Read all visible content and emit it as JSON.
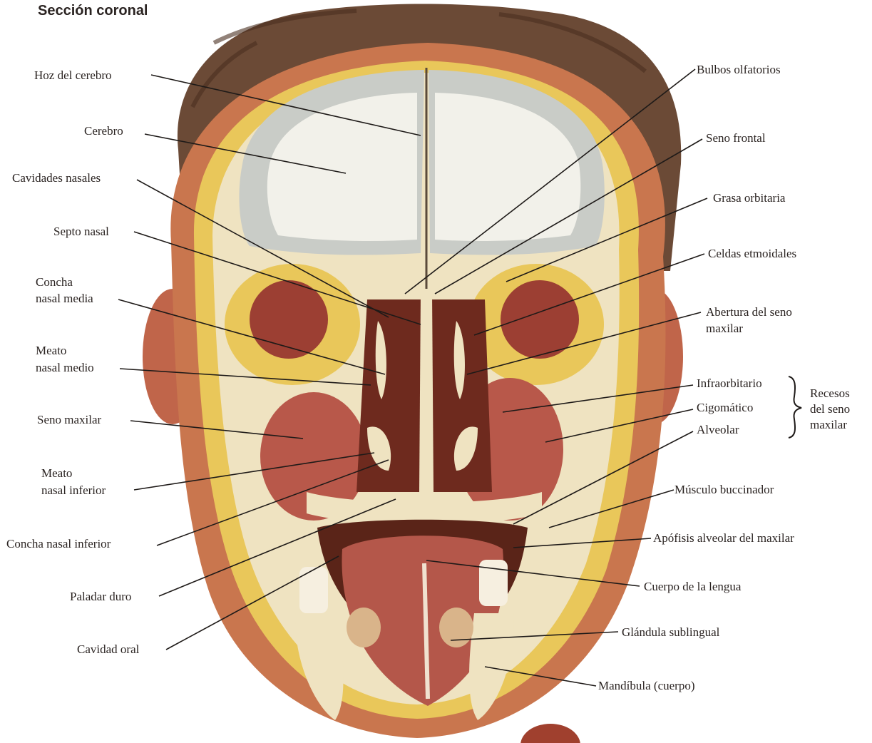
{
  "title": "Sección coronal",
  "labels_left": [
    {
      "id": "hoz-del-cerebro",
      "lines": [
        "Hoz del cerebro"
      ]
    },
    {
      "id": "cerebro",
      "lines": [
        "Cerebro"
      ]
    },
    {
      "id": "cavidades-nasales",
      "lines": [
        "Cavidades nasales"
      ]
    },
    {
      "id": "septo-nasal",
      "lines": [
        "Septo nasal"
      ]
    },
    {
      "id": "concha-nasal-media",
      "lines": [
        "Concha",
        "nasal media"
      ]
    },
    {
      "id": "meato-nasal-medio",
      "lines": [
        "Meato",
        "nasal medio"
      ]
    },
    {
      "id": "seno-maxilar",
      "lines": [
        "Seno maxilar"
      ]
    },
    {
      "id": "meato-nasal-inferior",
      "lines": [
        "Meato",
        "nasal inferior"
      ]
    },
    {
      "id": "concha-nasal-inferior",
      "lines": [
        "Concha nasal inferior"
      ]
    },
    {
      "id": "paladar-duro",
      "lines": [
        "Paladar duro"
      ]
    },
    {
      "id": "cavidad-oral",
      "lines": [
        "Cavidad oral"
      ]
    }
  ],
  "labels_right": [
    {
      "id": "bulbos-olfatorios",
      "lines": [
        "Bulbos olfatorios"
      ]
    },
    {
      "id": "seno-frontal",
      "lines": [
        "Seno frontal"
      ]
    },
    {
      "id": "grasa-orbitaria",
      "lines": [
        "Grasa orbitaria"
      ]
    },
    {
      "id": "celdas-etmoidales",
      "lines": [
        "Celdas etmoidales"
      ]
    },
    {
      "id": "abertura-del-seno-maxilar",
      "lines": [
        "Abertura del seno",
        "maxilar"
      ]
    },
    {
      "id": "infraorbitario",
      "lines": [
        "Infraorbitario"
      ]
    },
    {
      "id": "cigomatico",
      "lines": [
        "Cigomático"
      ]
    },
    {
      "id": "alveolar",
      "lines": [
        "Alveolar"
      ]
    },
    {
      "id": "musculo-buccinador",
      "lines": [
        "Músculo buccinador"
      ]
    },
    {
      "id": "apofisis-alveolar-del-maxilar",
      "lines": [
        "Apófisis alveolar del maxilar"
      ]
    },
    {
      "id": "cuerpo-de-la-lengua",
      "lines": [
        "Cuerpo de la lengua"
      ]
    },
    {
      "id": "glandula-sublingual",
      "lines": [
        "Glándula sublingual"
      ]
    },
    {
      "id": "mandibula-cuerpo",
      "lines": [
        "Mandíbula (cuerpo)"
      ]
    }
  ],
  "bracket_group": {
    "lines": [
      "Recesos",
      "del seno",
      "maxilar"
    ]
  },
  "colors": {
    "hair": "#6b4a36",
    "skin": "#c9764e",
    "fat": "#e9c75a",
    "bone": "#efe3c1",
    "muscle": "#a7473a",
    "brain_white": "#f2f1ea",
    "brain_grey": "#c9ccc7",
    "dark": "#5a2418"
  }
}
